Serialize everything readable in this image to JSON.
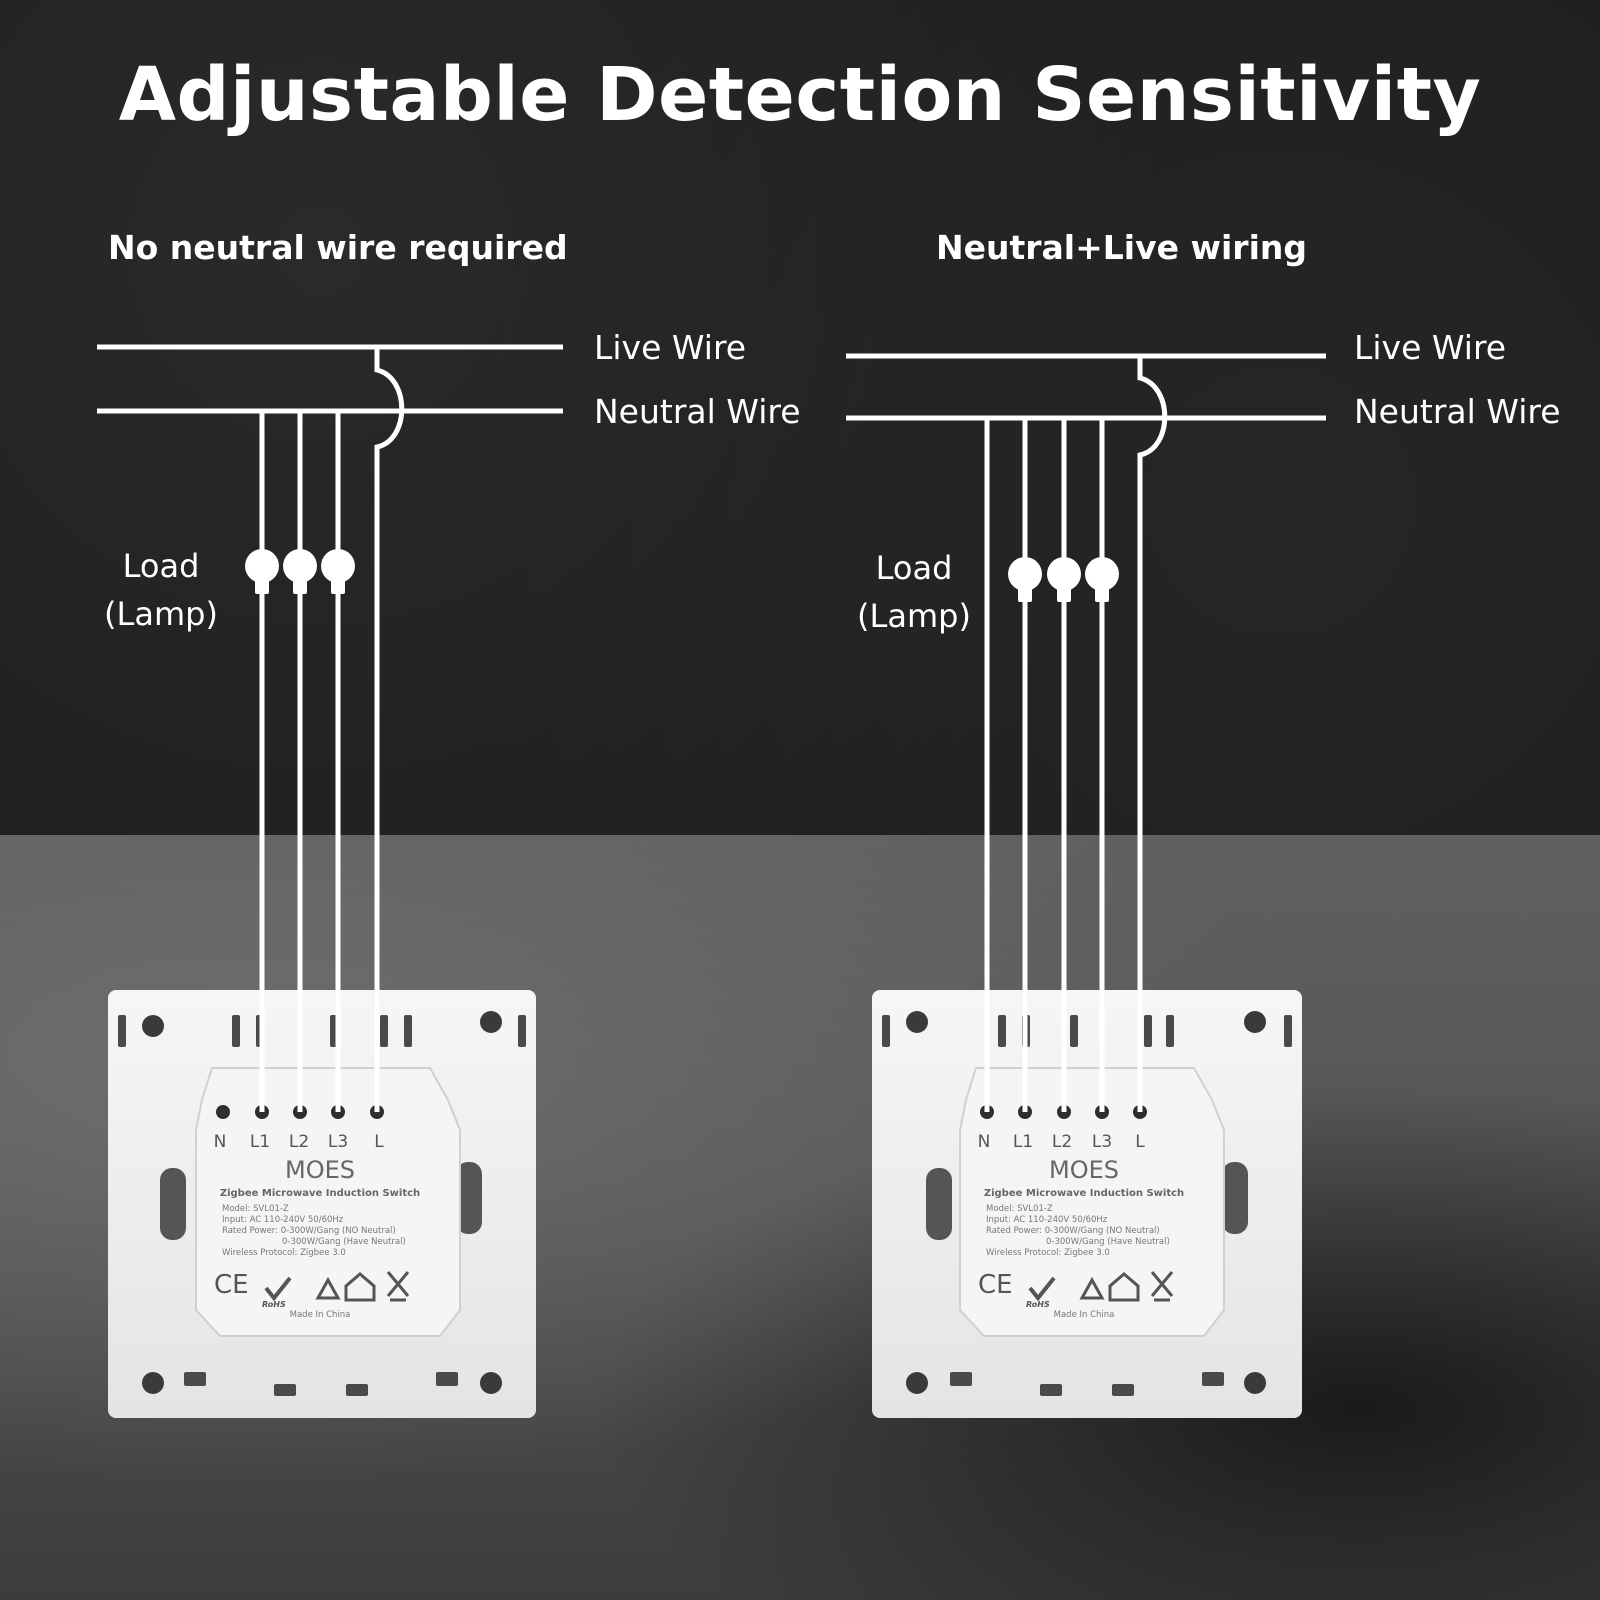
{
  "headline": "Adjustable Detection Sensitivity",
  "colors": {
    "wire": "#ffffff",
    "panel": "#efefef",
    "module": "#f7f7f7",
    "terminal": "#3a3a3a"
  },
  "diagrams": [
    {
      "subtitle": "No neutral wire required",
      "live_label": "Live Wire",
      "neutral_label": "Neutral Wire",
      "load_label_line1": "Load",
      "load_label_line2": "(Lamp)",
      "terminals": [
        "N",
        "L1",
        "L2",
        "L3",
        "L"
      ],
      "module": {
        "brand": "MOES",
        "title": "Zigbee Microwave Induction Switch",
        "specs": [
          "Model: SVL01-Z",
          "Input: AC 110-240V 50/60Hz",
          "Rated Power: 0-300W/Gang (NO Neutral)",
          "0-300W/Gang (Have Neutral)",
          "Wireless Protocol: Zigbee 3.0"
        ],
        "made_in": "Made In China",
        "cert_ce": "CE",
        "cert_rohs": "RoHS"
      }
    },
    {
      "subtitle": "Neutral+Live wiring",
      "live_label": "Live Wire",
      "neutral_label": "Neutral Wire",
      "load_label_line1": "Load",
      "load_label_line2": "(Lamp)",
      "terminals": [
        "N",
        "L1",
        "L2",
        "L3",
        "L"
      ],
      "module": {
        "brand": "MOES",
        "title": "Zigbee Microwave Induction Switch",
        "specs": [
          "Model: SVL01-Z",
          "Input: AC 110-240V 50/60Hz",
          "Rated Power: 0-300W/Gang (NO Neutral)",
          "0-300W/Gang (Have Neutral)",
          "Wireless Protocol: Zigbee 3.0"
        ],
        "made_in": "Made In China",
        "cert_ce": "CE",
        "cert_rohs": "RoHS"
      }
    }
  ]
}
